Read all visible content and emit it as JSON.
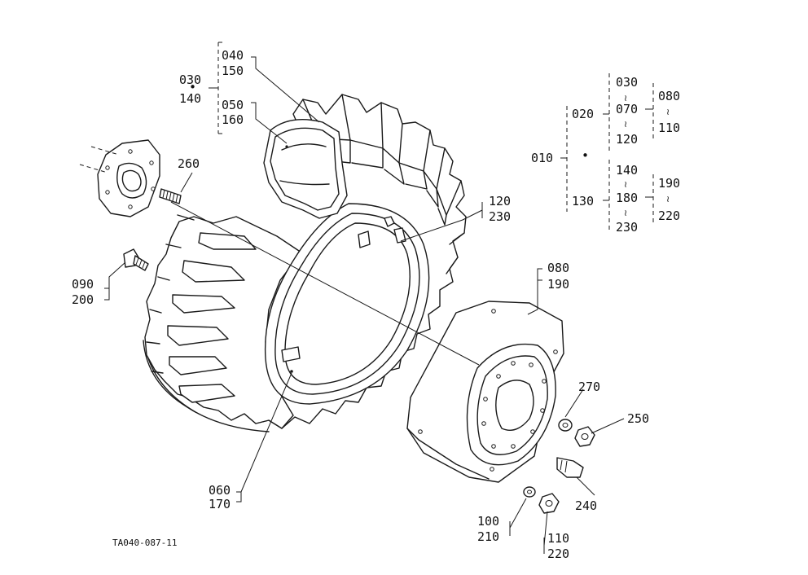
{
  "drawing_code": "TA040-087-11",
  "labels": {
    "p010": "010",
    "p020": "020",
    "p030a": "030",
    "p030b": "030",
    "p040": "040",
    "p050": "050",
    "p060": "060",
    "p070": "070",
    "p080a": "080",
    "p080b": "080",
    "p090": "090",
    "p100": "100",
    "p110a": "110",
    "p110b": "110",
    "p120a": "120",
    "p120b": "120",
    "p130": "130",
    "p140a": "140",
    "p140b": "140",
    "p150": "150",
    "p160": "160",
    "p170": "170",
    "p180": "180",
    "p190a": "190",
    "p190b": "190",
    "p200": "200",
    "p210": "210",
    "p220a": "220",
    "p220b": "220",
    "p230a": "230",
    "p230b": "230",
    "p240": "240",
    "p250": "250",
    "p260": "260",
    "p270": "270",
    "dot": "•",
    "tilde": "≀"
  }
}
